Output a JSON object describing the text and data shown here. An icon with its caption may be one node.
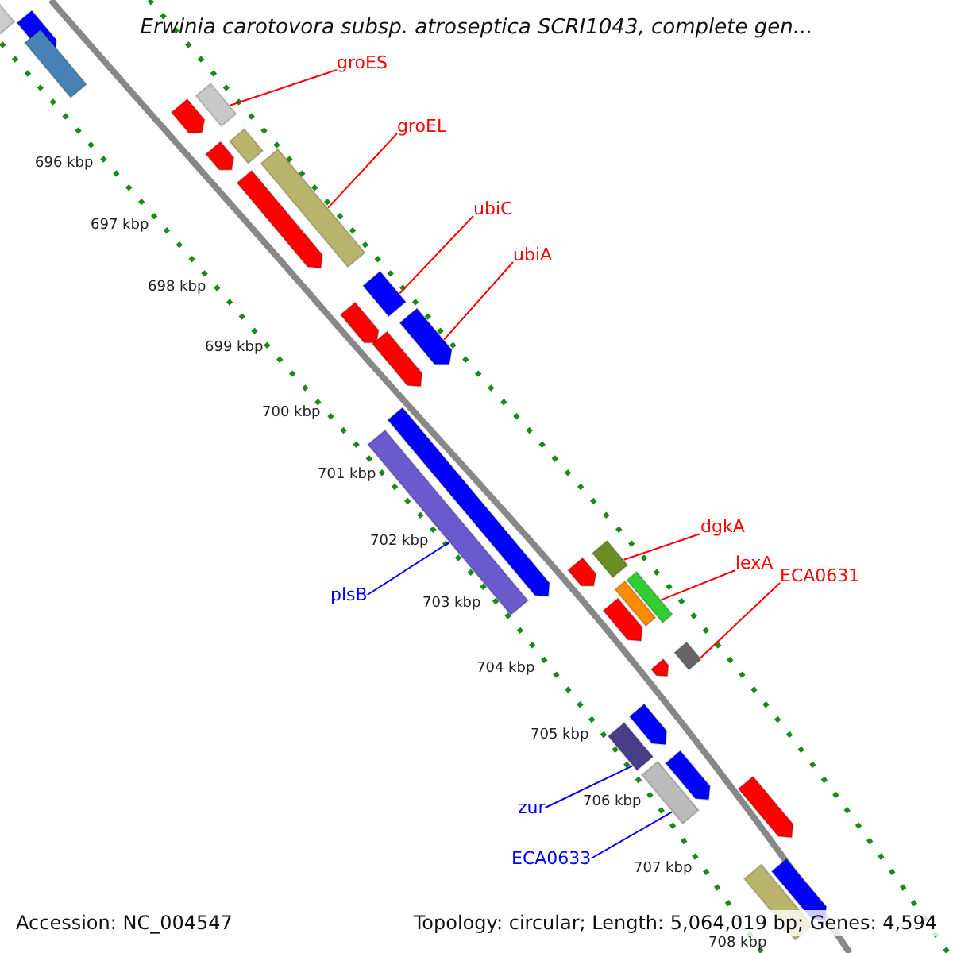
{
  "diagram": {
    "title": "Erwinia carotovora subsp. atroseptica SCRI1043, complete gen...",
    "nodes": [
      {
        "text": [
          "groES"
        ]
      },
      {
        "text": [],
        "shape": "bar"
      },
      {
        "text": [
          "groEL"
        ]
      },
      {
        "text": [],
        "shape": "bar"
      },
      {
        "text": [
          "ubiC"
        ]
      },
      {
        "text": [],
        "shape": "bar"
      },
      {
        "text": [
          "ubiA"
        ]
      },
      {
        "text": [],
        "shape": "bar"
      },
      {
        "text": [
          "dgkA"
        ]
      },
      {
        "text": [],
        "shape": "bar"
      },
      {
        "text": [
          "lexA"
        ]
      },
      {
        "text": [],
        "shape": "bar"
      },
      {
        "text": [
          "ECA0631"
        ]
      },
      {
        "text": [],
        "shape": "bar"
      },
      {
        "text": [
          "plsB"
        ]
      },
      {
        "text": [],
        "shape": "bar"
      },
      {
        "text": [
          "zur"
        ]
      },
      {
        "text": [],
        "shape": "bar"
      },
      {
        "text": [
          "ECA0633"
        ]
      },
      {
        "text": [],
        "shape": "bar"
      },
      {
        "text": [],
        "shape": "bar"
      },
      {
        "text": [],
        "shape": "bar"
      },
      {
        "text": [],
        "shape": "bar"
      },
      {
        "text": [],
        "shape": "bar"
      },
      {
        "text": [],
        "shape": "bar"
      },
      {
        "text": [],
        "shape": "bar"
      },
      {
        "text": [],
        "shape": "bar"
      },
      {
        "text": [],
        "shape": "bar"
      },
      {
        "text": [],
        "shape": "bar"
      },
      {
        "text": [],
        "shape": "bar"
      },
      {
        "text": [],
        "shape": "bar"
      },
      {
        "text": [],
        "shape": "bar"
      },
      {
        "text": [],
        "shape": "bar"
      },
      {
        "text": [],
        "shape": "bar"
      },
      {
        "text": [],
        "shape": "bar"
      },
      {
        "text": [],
        "shape": "bar"
      },
      {
        "text": [],
        "shape": "bar"
      },
      {
        "text": [],
        "shape": "bar"
      },
      {
        "text": [],
        "shape": "bar"
      }
    ],
    "edges": [
      {
        "from": 0,
        "to": 1,
        "arrow": "none"
      },
      {
        "from": 2,
        "to": 3,
        "arrow": "none"
      },
      {
        "from": 4,
        "to": 5,
        "arrow": "none"
      },
      {
        "from": 6,
        "to": 7,
        "arrow": "none"
      },
      {
        "from": 8,
        "to": 9,
        "arrow": "none"
      },
      {
        "from": 10,
        "to": 11,
        "arrow": "none"
      },
      {
        "from": 12,
        "to": 13,
        "arrow": "none"
      },
      {
        "from": 14,
        "to": 15,
        "arrow": "none",
        "color": "#0000ff"
      },
      {
        "from": 16,
        "to": 17,
        "arrow": "none",
        "color": "#0000ff"
      },
      {
        "from": 18,
        "to": 19,
        "arrow": "none",
        "color": "#0000ff"
      }
    ],
    "labels": [
      "696 kbp",
      "697 kbp",
      "698 kbp",
      "699 kbp",
      "700 kbp",
      "701 kbp",
      "702 kbp",
      "703 kbp",
      "704 kbp",
      "705 kbp",
      "706 kbp",
      "707 kbp",
      "708 kbp",
      "Accession: NC_004547",
      "Topology: circular; Length: 5,064,019 bp; Genes: 4,594"
    ]
  }
}
